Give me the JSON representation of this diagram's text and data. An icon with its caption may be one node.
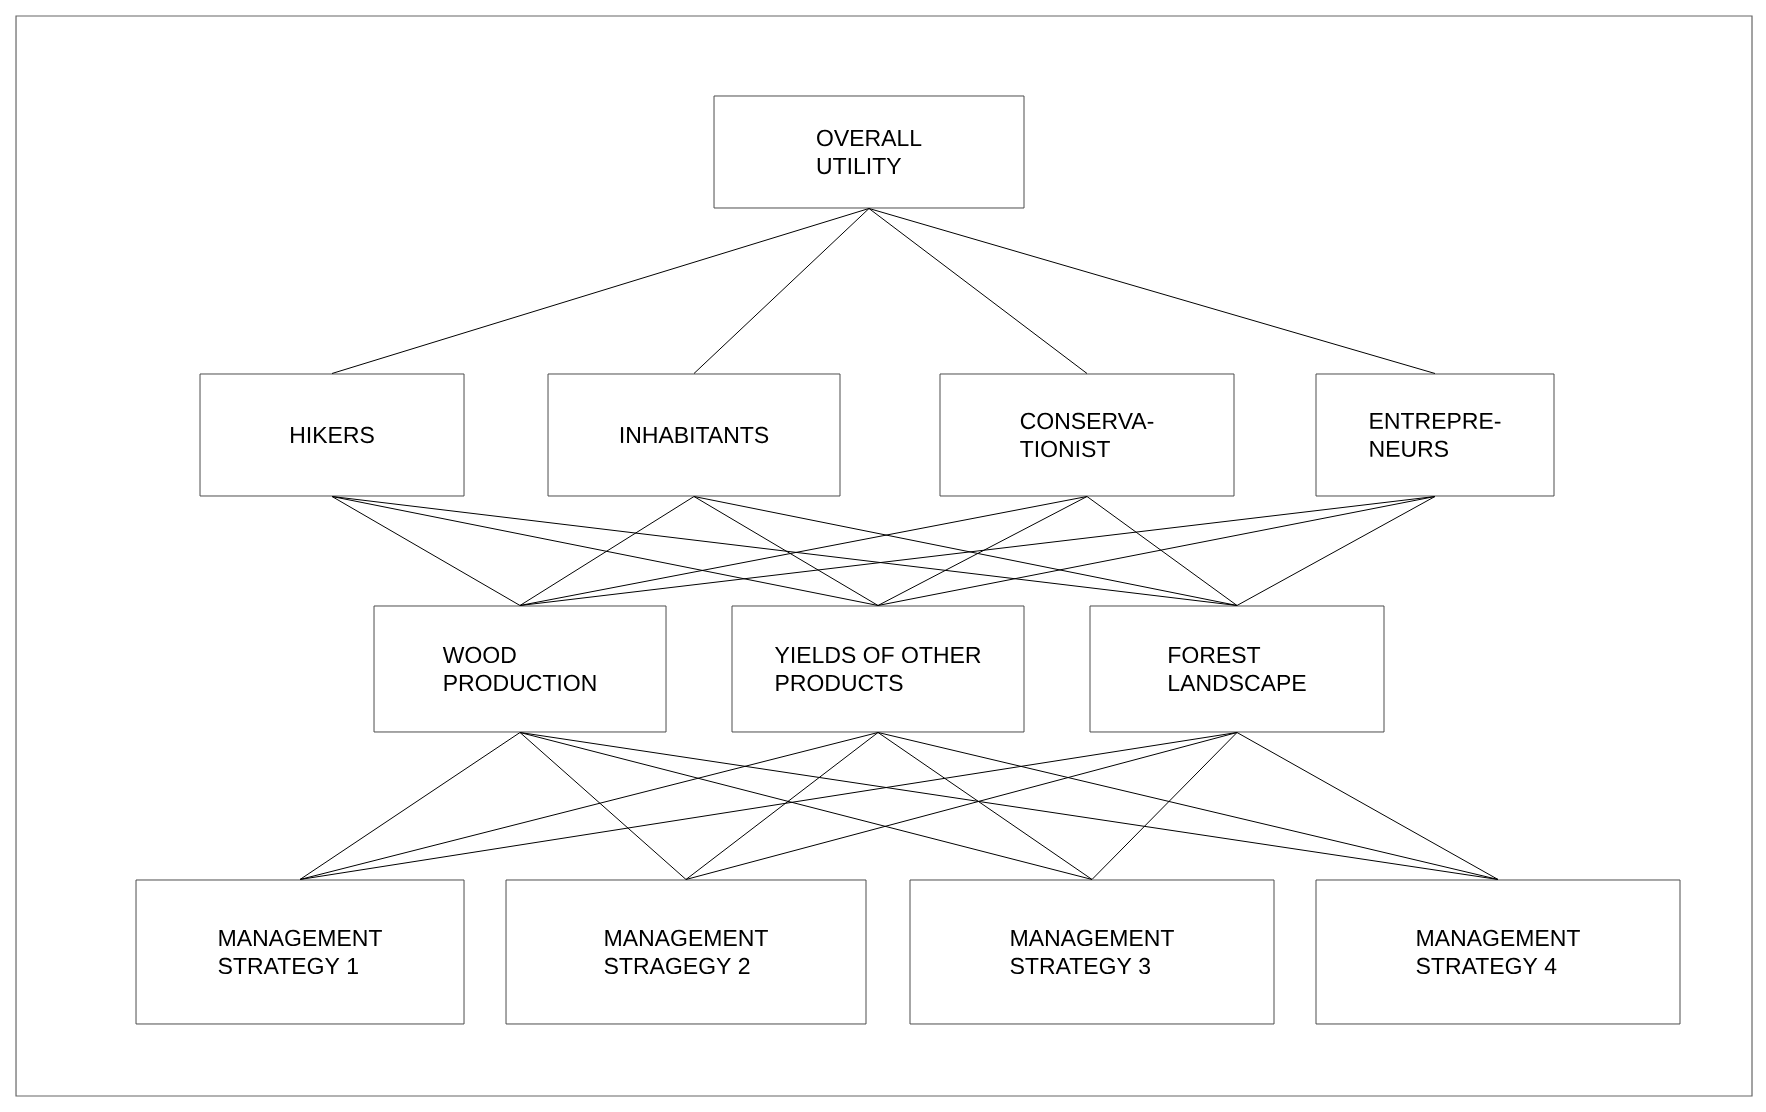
{
  "diagram": {
    "nodes": [
      {
        "text": [
          "OVERALL UTILITY"
        ]
      },
      {
        "text": [
          "HIKERS"
        ]
      },
      {
        "text": [
          "INHABITANTS"
        ]
      },
      {
        "text": [
          "CONSERVA- TIONIST"
        ]
      },
      {
        "text": [
          "ENTREPRE- NEURS"
        ]
      },
      {
        "text": [
          "WOOD PRODUCTION"
        ]
      },
      {
        "text": [
          "YIELDS OF OTHER PRODUCTS"
        ]
      },
      {
        "text": [
          "FOREST LANDSCAPE"
        ]
      },
      {
        "text": [
          "MANAGEMENT STRATEGY 1"
        ]
      },
      {
        "text": [
          "MANAGEMENT STRAGEGY 2"
        ]
      },
      {
        "text": [
          "MANAGEMENT STRATEGY 3"
        ]
      },
      {
        "text": [
          "MANAGEMENT STRATEGY 4"
        ]
      }
    ],
    "edges": [
      {
        "from": 0,
        "to": 1,
        "arrow": "none"
      },
      {
        "from": 0,
        "to": 2,
        "arrow": "none"
      },
      {
        "from": 0,
        "to": 3,
        "arrow": "none"
      },
      {
        "from": 0,
        "to": 4,
        "arrow": "none"
      },
      {
        "from": 1,
        "to": 5,
        "arrow": "none"
      },
      {
        "from": 1,
        "to": 6,
        "arrow": "none"
      },
      {
        "from": 1,
        "to": 7,
        "arrow": "none"
      },
      {
        "from": 2,
        "to": 5,
        "arrow": "none"
      },
      {
        "from": 2,
        "to": 6,
        "arrow": "none"
      },
      {
        "from": 2,
        "to": 7,
        "arrow": "none"
      },
      {
        "from": 3,
        "to": 5,
        "arrow": "none"
      },
      {
        "from": 3,
        "to": 6,
        "arrow": "none"
      },
      {
        "from": 3,
        "to": 7,
        "arrow": "none"
      },
      {
        "from": 4,
        "to": 5,
        "arrow": "none"
      },
      {
        "from": 4,
        "to": 6,
        "arrow": "none"
      },
      {
        "from": 4,
        "to": 7,
        "arrow": "none"
      },
      {
        "from": 5,
        "to": 8,
        "arrow": "none"
      },
      {
        "from": 5,
        "to": 9,
        "arrow": "none"
      },
      {
        "from": 5,
        "to": 10,
        "arrow": "none"
      },
      {
        "from": 5,
        "to": 11,
        "arrow": "none"
      },
      {
        "from": 6,
        "to": 8,
        "arrow": "none"
      },
      {
        "from": 6,
        "to": 9,
        "arrow": "none"
      },
      {
        "from": 6,
        "to": 10,
        "arrow": "none"
      },
      {
        "from": 6,
        "to": 11,
        "arrow": "none"
      },
      {
        "from": 7,
        "to": 8,
        "arrow": "none"
      },
      {
        "from": 7,
        "to": 9,
        "arrow": "none"
      },
      {
        "from": 7,
        "to": 10,
        "arrow": "none"
      },
      {
        "from": 7,
        "to": 11,
        "arrow": "none"
      }
    ]
  }
}
